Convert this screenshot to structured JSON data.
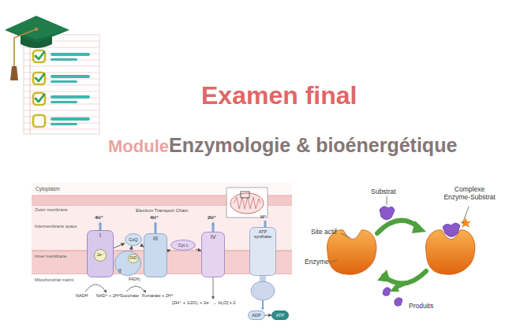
{
  "diagram": {
    "title": "Examen final",
    "nodes": [
      {
        "text": [
          "I"
        ]
      },
      {
        "text": [
          "2e⁻"
        ],
        "in": 0
      },
      {
        "text": [
          "CoQ"
        ]
      },
      {
        "text": [
          "II"
        ]
      },
      {
        "text": [
          "FAD"
        ],
        "in": 3
      },
      {
        "text": [
          "III"
        ]
      },
      {
        "text": [
          "Cyt c"
        ]
      },
      {
        "text": [
          "IV"
        ]
      },
      {
        "text": [
          "ATP synthase"
        ]
      },
      {
        "text": [
          "ADP"
        ]
      },
      {
        "text": [
          "ATP"
        ]
      }
    ],
    "edges": [
      {
        "from": 0,
        "to": 2,
        "arrow": "to"
      },
      {
        "from": 3,
        "to": 2,
        "arrow": "to"
      },
      {
        "from": 2,
        "to": 5,
        "arrow": "to"
      },
      {
        "from": 5,
        "to": 6,
        "arrow": "to"
      },
      {
        "from": 6,
        "to": 7,
        "arrow": "to"
      },
      {
        "from": 9,
        "to": 10,
        "arrow": "to"
      }
    ],
    "labels": [
      "Module:",
      "Enzymologie & bioénergétique",
      "Cytoplasm",
      "Outer membrane",
      "Intermembrane space",
      "Electron Transport Chain",
      "Inner membrane",
      "Mitochondrial matrix",
      "4H⁺",
      "4H⁺",
      "2H⁺",
      "H⁺",
      "NADH",
      "NAD⁺ + 2H⁺",
      "Succinate",
      "Fumarate + 2H⁺",
      "FADH₂",
      "[2H⁺ + 1/2O₂ + 2e⁻ → H₂O] x 2",
      "Substrat",
      "Complexe Enzyme-Substrat",
      "Site actif",
      "Enzyme",
      "Produits"
    ]
  }
}
